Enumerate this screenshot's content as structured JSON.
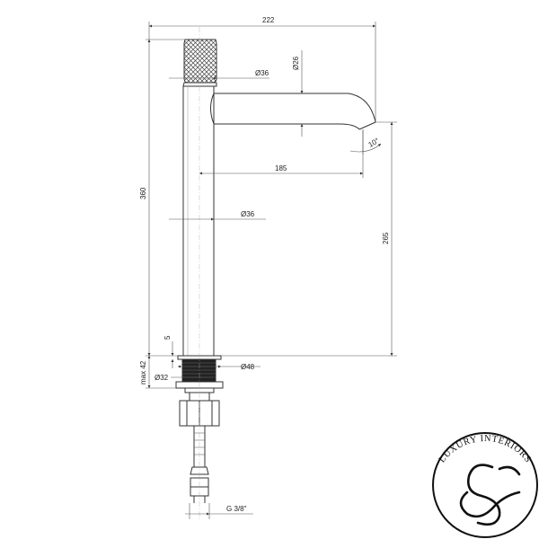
{
  "drawing": {
    "dimensions": {
      "total_width": "222",
      "outlet_diameter": "Ø26",
      "handle_diameter": "Ø36",
      "spout_reach": "185",
      "angle": "10°",
      "total_height": "360",
      "body_diameter": "Ø36",
      "spout_height": "265",
      "base_gap": "5",
      "base_diameter": "Ø48",
      "mount_diameter": "Ø32",
      "max_counter": "max 42",
      "connection_thread": "G 3/8\""
    }
  },
  "logo": {
    "text": "LUXURY INTERIORS",
    "stroke_color": "#111111"
  },
  "colors": {
    "line": "#333333",
    "dim_line": "#555555",
    "knurl": "#444444"
  }
}
